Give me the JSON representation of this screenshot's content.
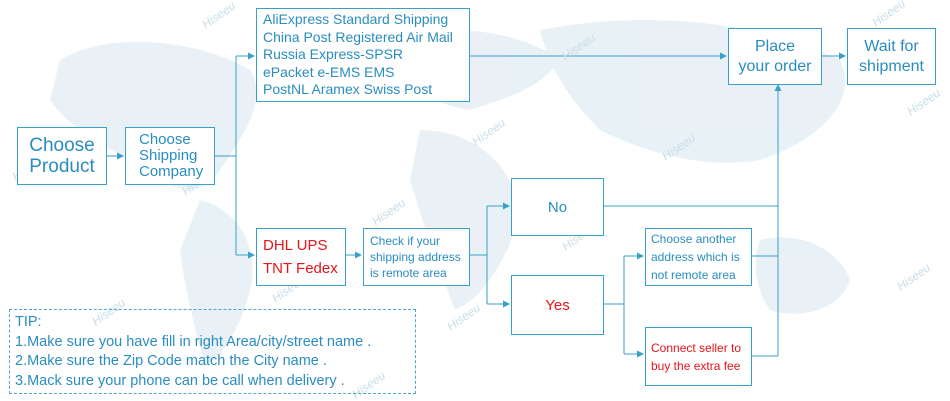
{
  "colors": {
    "line": "#3a9fc9",
    "text": "#2a8dc0",
    "highlight": "#e8141b"
  },
  "nodes": {
    "choose_product": [
      "Choose",
      "Product"
    ],
    "choose_shipping": [
      "Choose",
      "Shipping",
      "Company"
    ],
    "standard_carriers": [
      "AliExpress Standard Shipping",
      "China Post Registered Air Mail",
      "Russia Express-SPSR",
      "ePacket e-EMS  EMS",
      "PostNL  Aramex  Swiss Post"
    ],
    "express_carriers": [
      "DHL UPS",
      "TNT Fedex"
    ],
    "check_address": [
      "Check if your",
      "shipping address",
      "is remote area"
    ],
    "no": "No",
    "yes": "Yes",
    "choose_another": [
      "Choose another",
      "address which is",
      "not remote area"
    ],
    "connect_seller": [
      "Connect seller to",
      "buy the extra fee"
    ],
    "place_order": [
      "Place",
      "your order"
    ],
    "wait_shipment": [
      "Wait for",
      "shipment"
    ]
  },
  "tip": {
    "title": "TIP:",
    "lines": [
      "1.Make sure you have fill in right Area/city/street name .",
      "2.Make sure the Zip Code match the City name .",
      "3.Mack sure your phone can be call when delivery ."
    ]
  },
  "watermark": "Hiseeu"
}
